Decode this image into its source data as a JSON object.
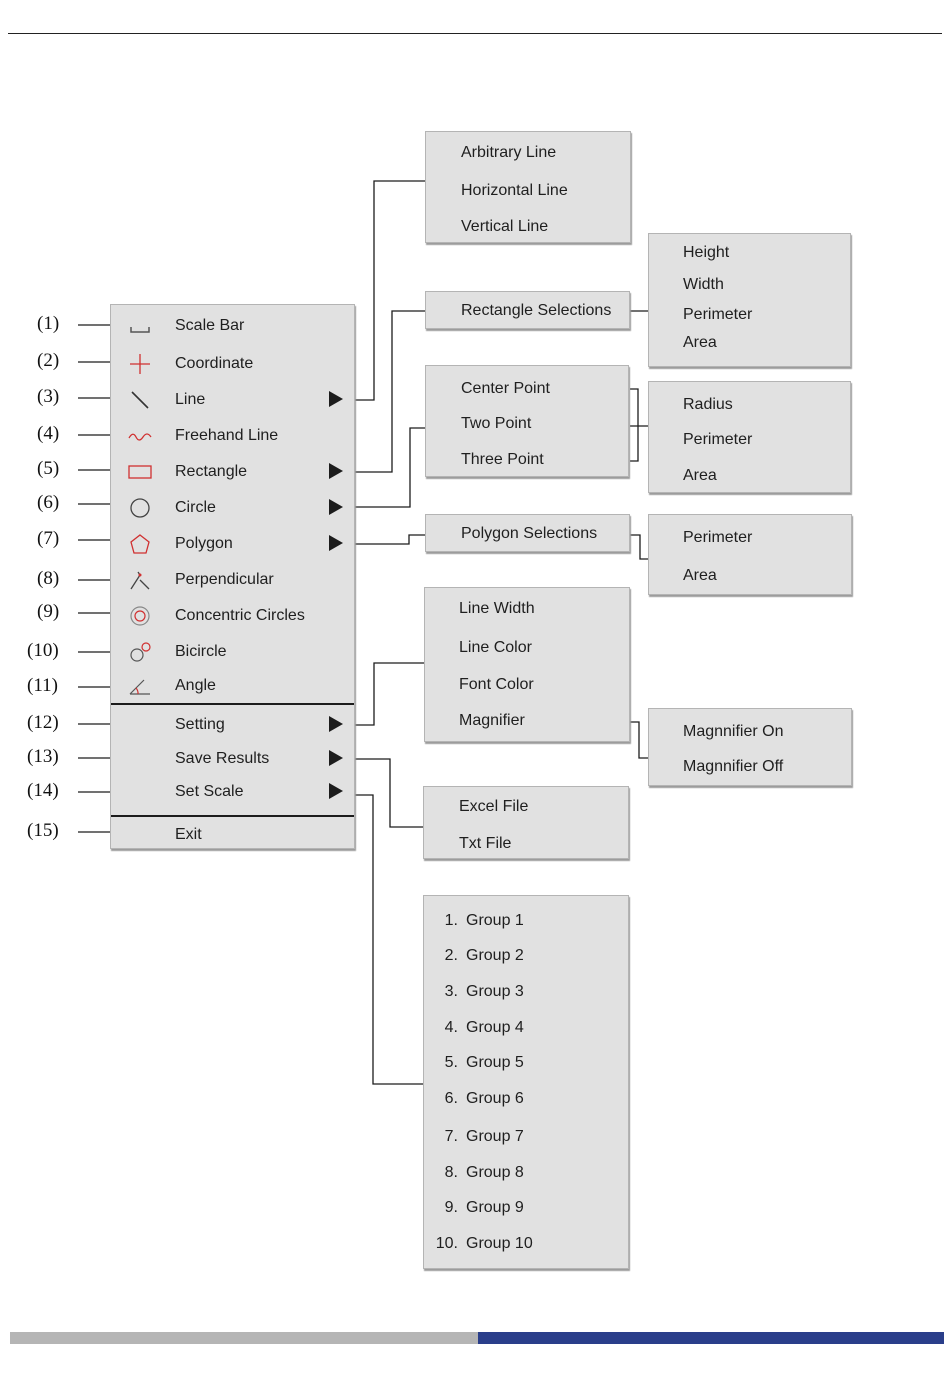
{
  "main_menu": {
    "items": [
      {
        "num": "(1)",
        "label": "Scale Bar",
        "icon": "scale-bar-icon",
        "has_submenu": false
      },
      {
        "num": "(2)",
        "label": "Coordinate",
        "icon": "coordinate-icon",
        "has_submenu": false
      },
      {
        "num": "(3)",
        "label": "Line",
        "icon": "line-icon",
        "has_submenu": true
      },
      {
        "num": "(4)",
        "label": "Freehand Line",
        "icon": "freehand-line-icon",
        "has_submenu": false
      },
      {
        "num": "(5)",
        "label": "Rectangle",
        "icon": "rectangle-icon",
        "has_submenu": true
      },
      {
        "num": "(6)",
        "label": "Circle",
        "icon": "circle-icon",
        "has_submenu": true
      },
      {
        "num": "(7)",
        "label": "Polygon",
        "icon": "polygon-icon",
        "has_submenu": true
      },
      {
        "num": "(8)",
        "label": "Perpendicular",
        "icon": "perpendicular-icon",
        "has_submenu": false
      },
      {
        "num": "(9)",
        "label": "Concentric Circles",
        "icon": "concentric-circles-icon",
        "has_submenu": false
      },
      {
        "num": "(10)",
        "label": "Bicircle",
        "icon": "bicircle-icon",
        "has_submenu": false
      },
      {
        "num": "(11)",
        "label": "Angle",
        "icon": "angle-icon",
        "has_submenu": false
      },
      {
        "num": "(12)",
        "label": "Setting",
        "icon": "",
        "has_submenu": true
      },
      {
        "num": "(13)",
        "label": "Save Results",
        "icon": "",
        "has_submenu": true
      },
      {
        "num": "(14)",
        "label": "Set Scale",
        "icon": "",
        "has_submenu": true
      },
      {
        "num": "(15)",
        "label": "Exit",
        "icon": "",
        "has_submenu": false
      }
    ]
  },
  "line_submenu": [
    "Arbitrary Line",
    "Horizontal Line",
    "Vertical Line"
  ],
  "rectangle_submenu": [
    "Rectangle Selections"
  ],
  "rectangle_details": [
    "Height",
    "Width",
    "Perimeter",
    "Area"
  ],
  "circle_submenu": [
    "Center Point",
    "Two Point",
    "Three Point"
  ],
  "circle_details": [
    "Radius",
    "Perimeter",
    "Area"
  ],
  "polygon_submenu": [
    "Polygon Selections"
  ],
  "polygon_details": [
    "Perimeter",
    "Area"
  ],
  "setting_submenu": [
    "Line Width",
    "Line Color",
    "Font Color",
    "Magnifier"
  ],
  "magnifier_submenu": [
    "Magnnifier On",
    "Magnnifier Off"
  ],
  "save_submenu": [
    "Excel File",
    "Txt File"
  ],
  "scale_submenu": [
    {
      "num": "1.",
      "label": "Group 1"
    },
    {
      "num": "2.",
      "label": "Group 2"
    },
    {
      "num": "3.",
      "label": "Group 3"
    },
    {
      "num": "4.",
      "label": "Group 4"
    },
    {
      "num": "5.",
      "label": "Group 5"
    },
    {
      "num": "6.",
      "label": "Group 6"
    },
    {
      "num": "7.",
      "label": "Group 7"
    },
    {
      "num": "8.",
      "label": "Group 8"
    },
    {
      "num": "9.",
      "label": "Group 9"
    },
    {
      "num": "10.",
      "label": "Group 10"
    }
  ],
  "colors": {
    "panel": "#e1e1e1",
    "icon_red": "#d03030",
    "footer_gray": "#b5b5b5",
    "footer_blue": "#2a3e8a"
  }
}
